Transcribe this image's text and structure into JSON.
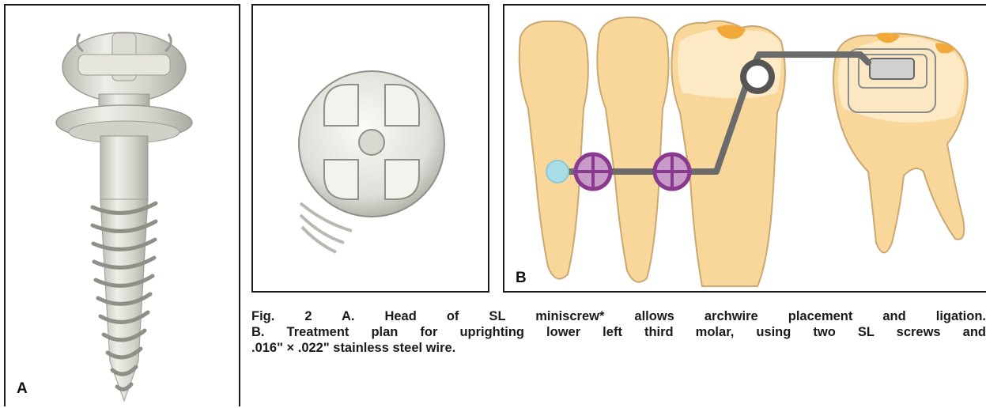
{
  "panel_labels": {
    "a": "A",
    "b": "B"
  },
  "caption": {
    "line1": "Fig. 2 A. Head of SL miniscrew* allows archwire placement and ligation.",
    "line2": "B. Treatment plan for uprighting lower left third molar, using two SL screws and",
    "line3": ".016\" × .022\" stainless steel wire."
  },
  "colors": {
    "tooth_fill": "#f9d79a",
    "tooth_outline": "#caa874",
    "tooth_light": "#fde9c4",
    "enamel_spot": "#f1a93a",
    "wire": "#6b6b6b",
    "screw_head": "#8a3a8e",
    "screw_head_fill": "#c89ac8",
    "anchor_dot": "#a8dce6",
    "screw_metal": "#cfd0c8"
  }
}
